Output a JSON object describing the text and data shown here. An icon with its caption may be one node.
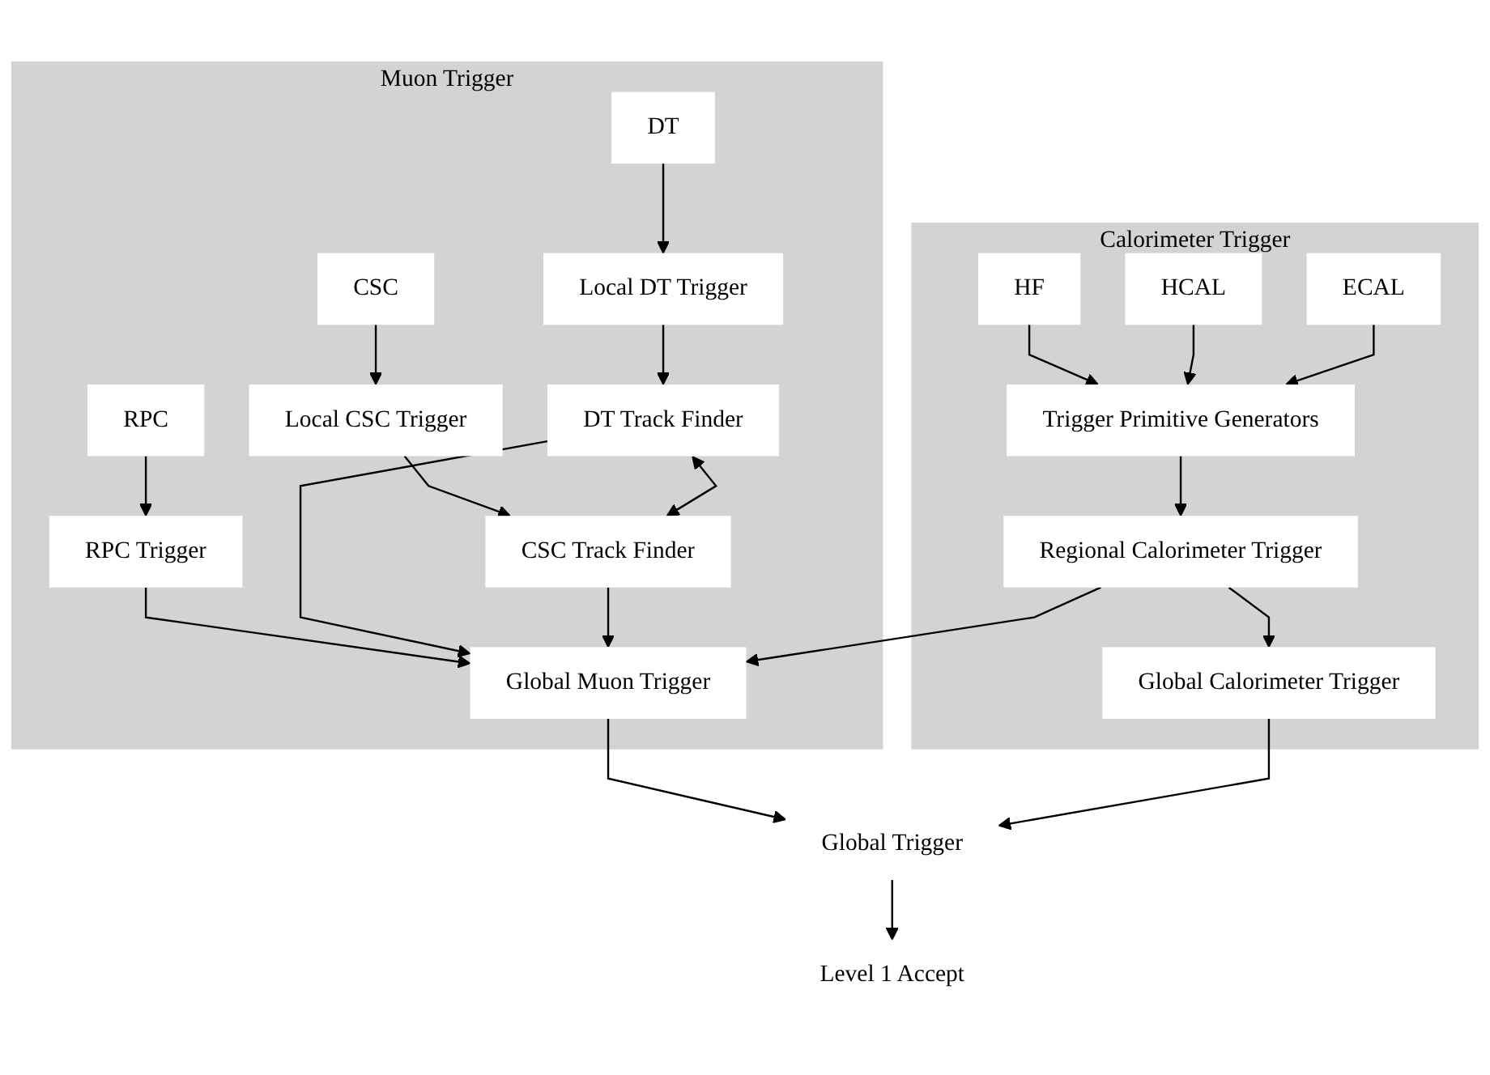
{
  "diagram": {
    "nodes": [
      {
        "text": [
          "Muon Trigger"
        ]
      },
      {
        "text": [
          "DT"
        ],
        "in": 0
      },
      {
        "text": [
          "CSC"
        ],
        "in": 0
      },
      {
        "text": [
          "RPC"
        ],
        "in": 0
      },
      {
        "text": [
          "Local DT Trigger"
        ],
        "in": 0
      },
      {
        "text": [
          "Local CSC Trigger"
        ],
        "in": 0
      },
      {
        "text": [
          "RPC Trigger"
        ],
        "in": 0
      },
      {
        "text": [
          "DT Track Finder"
        ],
        "in": 0
      },
      {
        "text": [
          "CSC Track Finder"
        ],
        "in": 0
      },
      {
        "text": [
          "Global Muon Trigger"
        ],
        "in": 0
      },
      {
        "text": [
          "Calorimeter Trigger"
        ]
      },
      {
        "text": [
          "HF"
        ],
        "in": 10
      },
      {
        "text": [
          "HCAL"
        ],
        "in": 10
      },
      {
        "text": [
          "ECAL"
        ],
        "in": 10
      },
      {
        "text": [
          "Trigger Primitive Generators"
        ],
        "in": 10
      },
      {
        "text": [
          "Regional Calorimeter Trigger"
        ],
        "in": 10
      },
      {
        "text": [
          "Global Calorimeter Trigger"
        ],
        "in": 10
      },
      {
        "text": [
          "Global Trigger"
        ]
      },
      {
        "text": [
          "Level 1 Accept"
        ]
      }
    ],
    "edges": [
      {
        "from": 1,
        "to": 4,
        "arrow": "to"
      },
      {
        "from": 2,
        "to": 5,
        "arrow": "to"
      },
      {
        "from": 3,
        "to": 6,
        "arrow": "to"
      },
      {
        "from": 4,
        "to": 7,
        "arrow": "to"
      },
      {
        "from": 5,
        "to": 8,
        "arrow": "to"
      },
      {
        "from": 7,
        "to": 8,
        "arrow": "both"
      },
      {
        "from": 6,
        "to": 9,
        "arrow": "to"
      },
      {
        "from": 7,
        "to": 9,
        "arrow": "to"
      },
      {
        "from": 8,
        "to": 9,
        "arrow": "to"
      },
      {
        "from": 11,
        "to": 14,
        "arrow": "to"
      },
      {
        "from": 12,
        "to": 14,
        "arrow": "to"
      },
      {
        "from": 13,
        "to": 14,
        "arrow": "to"
      },
      {
        "from": 14,
        "to": 15,
        "arrow": "to"
      },
      {
        "from": 15,
        "to": 9,
        "arrow": "to"
      },
      {
        "from": 15,
        "to": 16,
        "arrow": "to"
      },
      {
        "from": 9,
        "to": 17,
        "arrow": "to"
      },
      {
        "from": 16,
        "to": 17,
        "arrow": "to"
      },
      {
        "from": 17,
        "to": 18,
        "arrow": "to"
      }
    ]
  }
}
